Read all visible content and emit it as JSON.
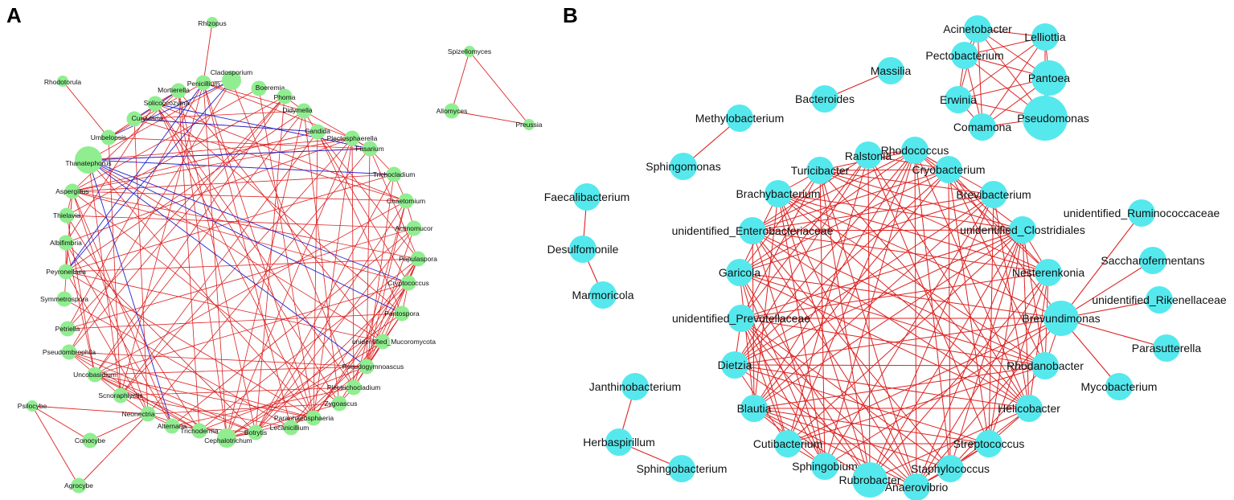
{
  "panels": [
    {
      "label": "A",
      "node_color": "#90ee90",
      "pos_edge_color": "#dd2222",
      "neg_edge_color": "#2222cc"
    },
    {
      "label": "B",
      "node_color": "#55e9ee",
      "pos_edge_color": "#dd2222"
    }
  ],
  "networkA": {
    "nodes": [
      {
        "id": "Rhizopus",
        "size": "s"
      },
      {
        "id": "Rhodotorula",
        "size": "s"
      },
      {
        "id": "Penicillium",
        "size": "m"
      },
      {
        "id": "Cladosporium",
        "size": "l"
      },
      {
        "id": "Boeremia",
        "size": "m"
      },
      {
        "id": "Mortierella",
        "size": "m"
      },
      {
        "id": "Phoma",
        "size": "m"
      },
      {
        "id": "Solicoccozyma",
        "size": "m"
      },
      {
        "id": "Didymella",
        "size": "m"
      },
      {
        "id": "Curvularia",
        "size": "m"
      },
      {
        "id": "Candida",
        "size": "m"
      },
      {
        "id": "Umbelopsis",
        "size": "m"
      },
      {
        "id": "Plectosphaerella",
        "size": "m"
      },
      {
        "id": "Fusarium",
        "size": "m"
      },
      {
        "id": "Thanatephorus",
        "size": "xl"
      },
      {
        "id": "Trichocladium",
        "size": "m"
      },
      {
        "id": "Aspergillus",
        "size": "m"
      },
      {
        "id": "Chaetomium",
        "size": "m"
      },
      {
        "id": "Thielavia",
        "size": "m"
      },
      {
        "id": "Actinomucor",
        "size": "m"
      },
      {
        "id": "Albifimbria",
        "size": "m"
      },
      {
        "id": "Papulaspora",
        "size": "m"
      },
      {
        "id": "Peyronellaea",
        "size": "m"
      },
      {
        "id": "Cryptococcus",
        "size": "m"
      },
      {
        "id": "Symmetrospora",
        "size": "m"
      },
      {
        "id": "Pantospora",
        "size": "m"
      },
      {
        "id": "Petriella",
        "size": "m"
      },
      {
        "id": "unidentified_Mucoromycota",
        "size": "m"
      },
      {
        "id": "Pseudombrophila",
        "size": "m"
      },
      {
        "id": "Pseudogymnoascus",
        "size": "m"
      },
      {
        "id": "Uncobasidium",
        "size": "m"
      },
      {
        "id": "Plectrichocladium",
        "size": "m"
      },
      {
        "id": "Scnoraphlyctis",
        "size": "m"
      },
      {
        "id": "Zygoascus",
        "size": "m"
      },
      {
        "id": "Neonectria",
        "size": "m"
      },
      {
        "id": "Paraphaeosphaeria",
        "size": "m"
      },
      {
        "id": "Lecanicillium",
        "size": "m"
      },
      {
        "id": "Alternaria",
        "size": "m"
      },
      {
        "id": "Trichoderma",
        "size": "m"
      },
      {
        "id": "Botrytis",
        "size": "m"
      },
      {
        "id": "Cephalotrichum",
        "size": "l"
      },
      {
        "id": "Psilocybe",
        "size": "s"
      },
      {
        "id": "Conocybe",
        "size": "m"
      },
      {
        "id": "Agrocybe",
        "size": "m"
      },
      {
        "id": "Spizellomyces",
        "size": "s"
      },
      {
        "id": "Allomyces",
        "size": "m"
      },
      {
        "id": "Preussia",
        "size": "s"
      }
    ],
    "outer_edges": [
      [
        "Rhizopus",
        "Penicillium"
      ],
      [
        "Rhodotorula",
        "Umbelopsis"
      ],
      [
        "Spizellomyces",
        "Allomyces"
      ],
      [
        "Spizellomyces",
        "Preussia"
      ],
      [
        "Allomyces",
        "Preussia"
      ],
      [
        "Psilocybe",
        "Conocybe"
      ],
      [
        "Psilocybe",
        "Agrocybe"
      ],
      [
        "Psilocybe",
        "Neonectria"
      ],
      [
        "Conocybe",
        "Neonectria"
      ],
      [
        "Agrocybe",
        "Neonectria"
      ],
      [
        "Neonectria",
        "Alternaria"
      ]
    ],
    "negative_edges": [
      [
        "Thanatephorus",
        "Cryptococcus"
      ],
      [
        "Thanatephorus",
        "Pantospora"
      ],
      [
        "Thanatephorus",
        "Alternaria"
      ],
      [
        "Thanatephorus",
        "Fusarium"
      ],
      [
        "Thanatephorus",
        "Trichocladium"
      ],
      [
        "Thanatephorus",
        "Pseudogymnoascus"
      ],
      [
        "Peyronellaea",
        "Penicillium"
      ],
      [
        "Peyronellaea",
        "Cladosporium"
      ],
      [
        "Umbelopsis",
        "Cladosporium"
      ],
      [
        "Curvularia",
        "Candida"
      ],
      [
        "Solicoccozyma",
        "Fusarium"
      ],
      [
        "Mortierella",
        "Curvularia"
      ]
    ]
  },
  "networkB": {
    "nodes": [
      {
        "id": "Acinetobacter",
        "size": "m"
      },
      {
        "id": "Lelliottia",
        "size": "m"
      },
      {
        "id": "Pectobacterium",
        "size": "m"
      },
      {
        "id": "Massilia",
        "size": "m"
      },
      {
        "id": "Pantoea",
        "size": "l"
      },
      {
        "id": "Bacteroides",
        "size": "m"
      },
      {
        "id": "Erwinia",
        "size": "m"
      },
      {
        "id": "Pseudomonas",
        "size": "xl"
      },
      {
        "id": "Comamona",
        "size": "m"
      },
      {
        "id": "Methylobacterium",
        "size": "m"
      },
      {
        "id": "Sphingomonas",
        "size": "m"
      },
      {
        "id": "Rhodococcus",
        "size": "m"
      },
      {
        "id": "Ralstonia",
        "size": "m"
      },
      {
        "id": "Cryobacterium",
        "size": "m"
      },
      {
        "id": "Turicibacter",
        "size": "m"
      },
      {
        "id": "Brevibacterium",
        "size": "m"
      },
      {
        "id": "Brachybacterium",
        "size": "m"
      },
      {
        "id": "Faecalibacterium",
        "size": "m"
      },
      {
        "id": "unidentified_Ruminococcaceae",
        "size": "m"
      },
      {
        "id": "unidentified_Enterobacteriaceae",
        "size": "m"
      },
      {
        "id": "unidentified_Clostridiales",
        "size": "m"
      },
      {
        "id": "Desulfomonile",
        "size": "m"
      },
      {
        "id": "Saccharofermentans",
        "size": "m"
      },
      {
        "id": "Garicola",
        "size": "m"
      },
      {
        "id": "Nesterenkonia",
        "size": "m"
      },
      {
        "id": "Marmoricola",
        "size": "m"
      },
      {
        "id": "unidentified_Rikenellaceae",
        "size": "m"
      },
      {
        "id": "unidentified_Prevotellaceae",
        "size": "m"
      },
      {
        "id": "Brevundimonas",
        "size": "l"
      },
      {
        "id": "Parasutterella",
        "size": "m"
      },
      {
        "id": "Dietzia",
        "size": "m"
      },
      {
        "id": "Rhodanobacter",
        "size": "m"
      },
      {
        "id": "Janthinobacterium",
        "size": "m"
      },
      {
        "id": "Mycobacterium",
        "size": "m"
      },
      {
        "id": "Blautia",
        "size": "m"
      },
      {
        "id": "Helicobacter",
        "size": "m"
      },
      {
        "id": "Herbaspirillum",
        "size": "m"
      },
      {
        "id": "Cutibacterium",
        "size": "m"
      },
      {
        "id": "Streptococcus",
        "size": "m"
      },
      {
        "id": "Sphingobacterium",
        "size": "m"
      },
      {
        "id": "Sphingobium",
        "size": "m"
      },
      {
        "id": "Staphylococcus",
        "size": "m"
      },
      {
        "id": "Rubrobacter",
        "size": "l"
      },
      {
        "id": "Anaerovibrio",
        "size": "m"
      }
    ],
    "outer_edges": [
      [
        "Massilia",
        "Bacteroides"
      ],
      [
        "Methylobacterium",
        "Sphingomonas"
      ],
      [
        "Faecalibacterium",
        "Desulfomonile"
      ],
      [
        "Desulfomonile",
        "Marmoricola"
      ],
      [
        "Janthinobacterium",
        "Herbaspirillum"
      ],
      [
        "Herbaspirillum",
        "Sphingobacterium"
      ],
      [
        "Brevundimonas",
        "unidentified_Ruminococcaceae"
      ],
      [
        "Brevundimonas",
        "Saccharofermentans"
      ],
      [
        "Brevundimonas",
        "unidentified_Rikenellaceae"
      ],
      [
        "Brevundimonas",
        "Parasutterella"
      ],
      [
        "Brevundimonas",
        "Mycobacterium"
      ]
    ]
  }
}
